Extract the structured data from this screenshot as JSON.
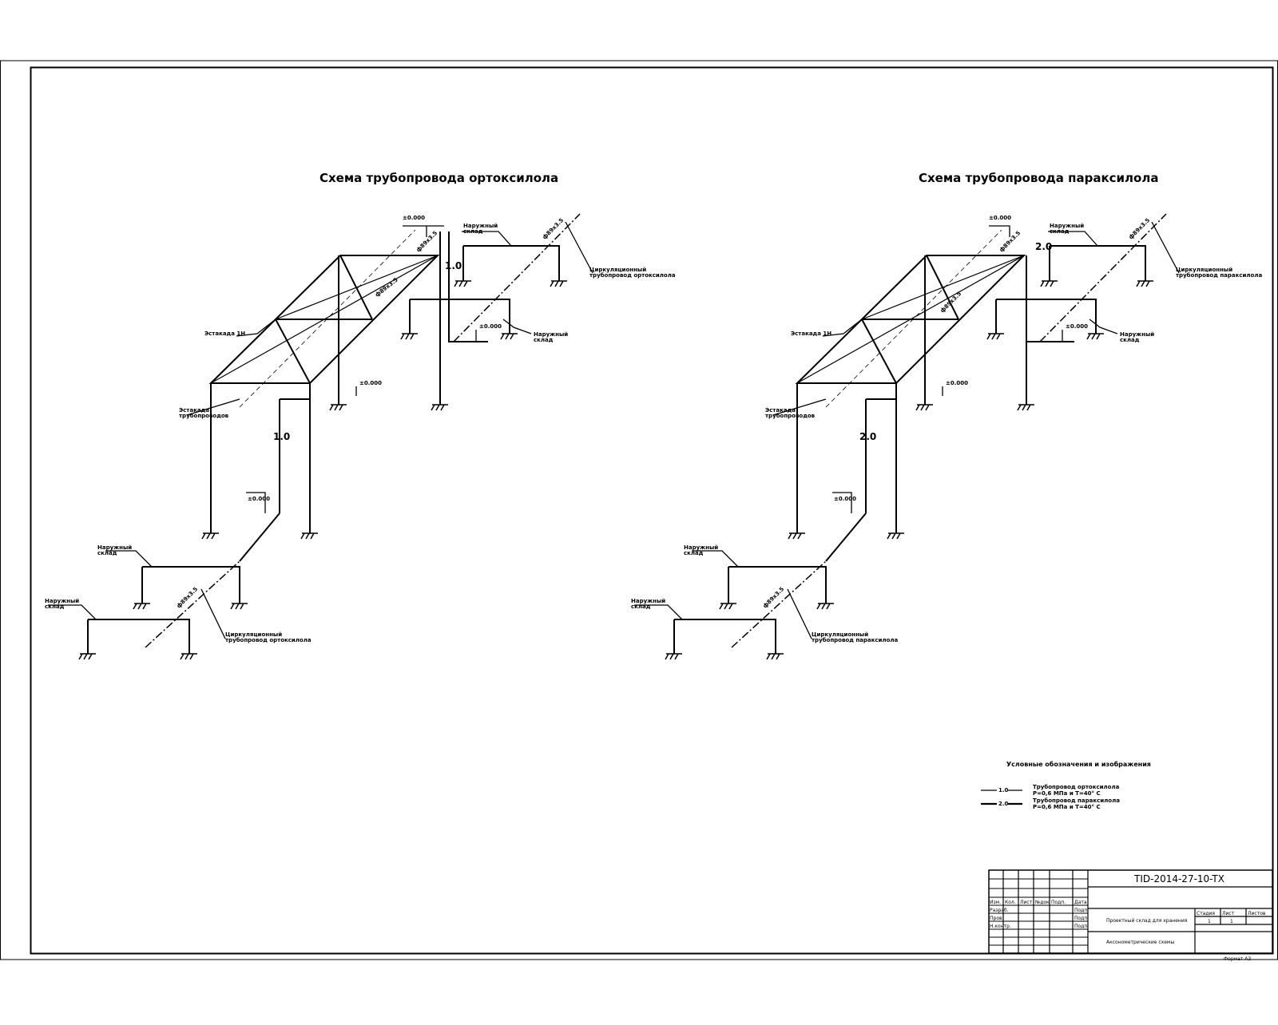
{
  "drawing": {
    "titles": {
      "left": "Схема трубопровода ортоксилола",
      "right": "Схема трубопровода параксилола"
    },
    "left_labels": {
      "elev_top": "±0.000",
      "elev_right": "±0.000",
      "elev_mid": "±0.000",
      "elev_low": "±0.000",
      "line_code_top": "ф89х3.5",
      "line_code_diag": "ф89х3.5",
      "line_code_low": "ф89х3.5",
      "line_code_right": "ф89х3.5",
      "num_top": "1.0",
      "num_vert": "1.0",
      "tank_top_1": "Наружный",
      "tank_top_2": "склад",
      "tank_right_1": "Наружный",
      "tank_right_2": "склад",
      "tank_ll_1": "Наружный",
      "tank_ll_2": "склад",
      "tank_lll_1": "Наружный",
      "tank_lll_2": "склад",
      "pipe_right_1": "Циркуляционный",
      "pipe_right_2": "трубопровод ортоксилола",
      "pipe_low_1": "Циркуляционный",
      "pipe_low_2": "трубопровод ортоксилола",
      "estacade": "Эстакада 1Н",
      "ramp_1": "Эстакада",
      "ramp_2": "трубопроводов"
    },
    "right_labels": {
      "elev_top": "±0.000",
      "elev_right": "±0.000",
      "elev_mid": "±0.000",
      "elev_low": "±0.000",
      "line_code_top": "ф89х3.5",
      "line_code_diag": "ф89х3.5",
      "line_code_low": "ф89х3.5",
      "line_code_right": "ф89х3.5",
      "num_top": "2.0",
      "num_vert": "2.0",
      "tank_top_1": "Наружный",
      "tank_top_2": "склад",
      "tank_right_1": "Наружный",
      "tank_right_2": "склад",
      "tank_ll_1": "Наружный",
      "tank_ll_2": "склад",
      "tank_lll_1": "Наружный",
      "tank_lll_2": "склад",
      "pipe_right_1": "Циркуляционный",
      "pipe_right_2": "трубопровод параксилола",
      "pipe_low_1": "Циркуляционный",
      "pipe_low_2": "трубопровод параксилола",
      "estacade": "Эстакада 1Н",
      "ramp_1": "Эстакада",
      "ramp_2": "трубопроводов"
    },
    "legend": {
      "heading": "Условные обозначения и изображения",
      "item1_code": "1.0",
      "item1_line1": "Трубопровод ортоксилола",
      "item1_line2": "P=0,6 МПа и T=40° C",
      "item2_code": "2.0",
      "item2_line1": "Трубопровод параксилола",
      "item2_line2": "P=0,6 МПа и T=40° C"
    }
  },
  "title_block": {
    "code": "TID-2014-27-10-TX",
    "col_headers": [
      "Изм.",
      "Кол.",
      "Лист",
      "№док",
      "Подп.",
      "Дата"
    ],
    "rows": [
      {
        "role": "Разраб.",
        "sign": "Подп."
      },
      {
        "role": "Пров.",
        "sign": "Подп."
      },
      {
        "role": "Н.контр.",
        "sign": "Подп."
      }
    ],
    "project_name": "Проектный склад для хранения",
    "drawing_name": "Аксонометрические схемы",
    "stage_headers": [
      "Стадия",
      "Лист",
      "Листов"
    ],
    "stage_values": [
      "",
      "1",
      "1"
    ],
    "format": "Формат А3"
  }
}
